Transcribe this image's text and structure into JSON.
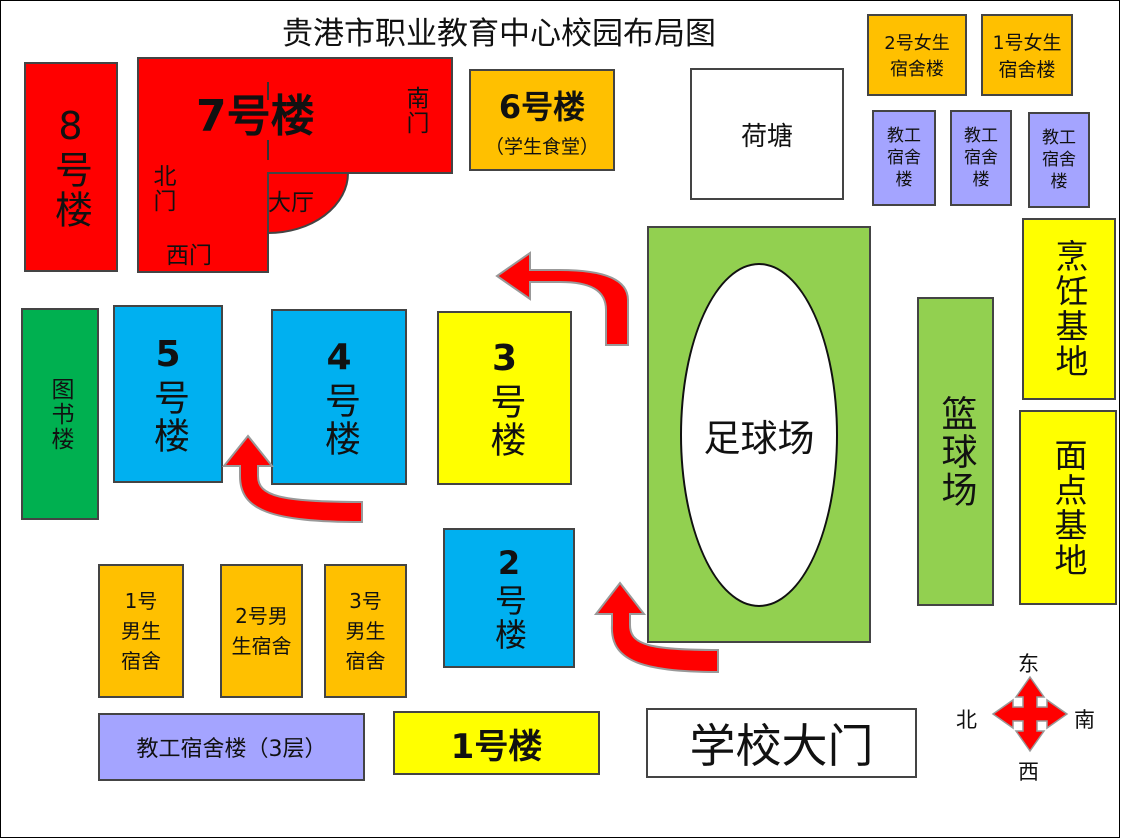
{
  "title": "贵港市职业教育中心校园布局图",
  "buildings": {
    "b8": "8号楼",
    "b7": "7号楼",
    "b7_south": "南门",
    "b7_north": "北门",
    "b7_west": "西门",
    "b7_hall": "大厅",
    "b6": "6号楼",
    "b6_sub": "（学生食堂）",
    "pond": "荷塘",
    "f_dorm2": "2号女生宿舍楼",
    "f_dorm1": "1号女生宿舍楼",
    "staff_dorm": "教工宿舍楼",
    "cooking": "烹饪基地",
    "pastry": "面点基地",
    "basketball": "篮球场",
    "football": "足球场",
    "library": "图书楼",
    "b5_num": "5",
    "b5_rest": "号楼",
    "b4_num": "4",
    "b4_rest": "号楼",
    "b3_num": "3",
    "b3_rest": "号楼",
    "b2_num": "2",
    "b2_rest": "号楼",
    "m_dorm1": "1号男生宿舍",
    "m_dorm2": "2号男生宿舍",
    "m_dorm3": "3号男生宿舍",
    "staff_dorm_3f": "教工宿舍楼（3层）",
    "b1": "1号楼",
    "main_gate": "学校大门"
  },
  "compass": {
    "east": "东",
    "south": "南",
    "west": "西",
    "north": "北"
  },
  "colors": {
    "red": "#ff0000",
    "orange": "#ffc000",
    "yellow": "#ffff00",
    "blue": "#00b0f0",
    "green": "#00b050",
    "light_green": "#92d050",
    "purple": "#a4a4ff"
  }
}
